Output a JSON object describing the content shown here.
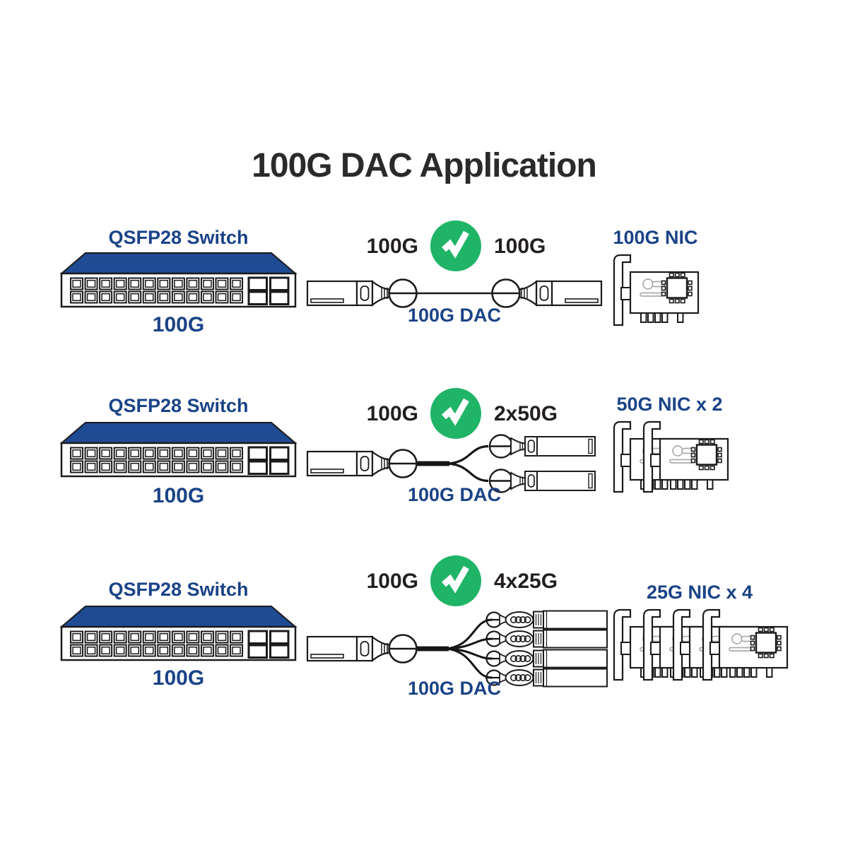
{
  "title": "100G DAC Application",
  "colors": {
    "navy_text": "#1A4386",
    "switch_top_blue": "#1F4B94",
    "check_green": "#1FB466",
    "speed_text": "#231F20",
    "title_text": "#2B2A29"
  },
  "rows": [
    {
      "switch": {
        "title": "QSFP28 Switch",
        "speed_label": "100G"
      },
      "link": {
        "left_speed": "100G",
        "right_speed": "100G",
        "cable_label": "100G DAC",
        "status_icon": "check-icon",
        "breakout_count": 1
      },
      "nic": {
        "label": "100G NIC",
        "card_count": 1
      }
    },
    {
      "switch": {
        "title": "QSFP28 Switch",
        "speed_label": "100G"
      },
      "link": {
        "left_speed": "100G",
        "right_speed": "2x50G",
        "cable_label": "100G DAC",
        "status_icon": "check-icon",
        "breakout_count": 2
      },
      "nic": {
        "label": "50G NIC x 2",
        "card_count": 2
      }
    },
    {
      "switch": {
        "title": "QSFP28 Switch",
        "speed_label": "100G"
      },
      "link": {
        "left_speed": "100G",
        "right_speed": "4x25G",
        "cable_label": "100G DAC",
        "status_icon": "check-icon",
        "breakout_count": 4
      },
      "nic": {
        "label": "25G NIC x 4",
        "card_count": 4
      }
    }
  ]
}
